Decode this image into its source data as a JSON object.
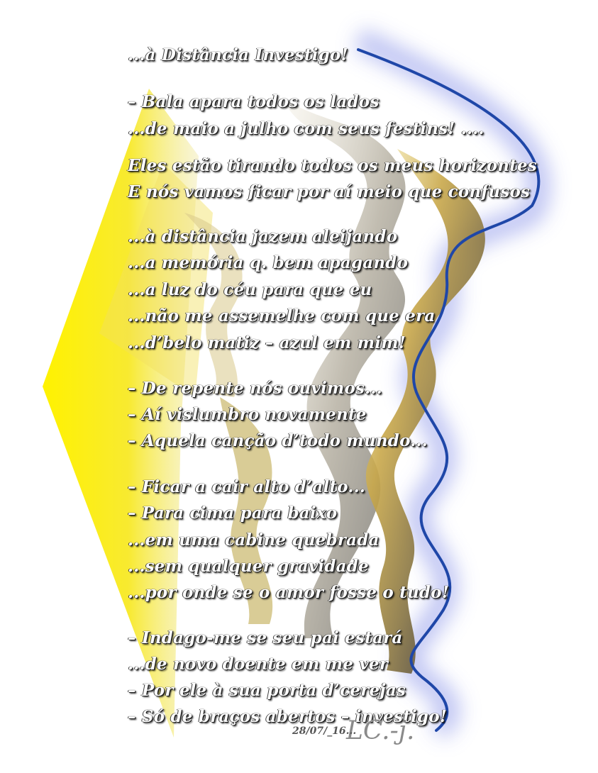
{
  "poem": {
    "lines": [
      "...à Distância Investigo!",
      "– Bala apara todos os lados",
      "...de maio a julho com seus festins! ....",
      "Eles estão tirando todos os meus horizontes",
      "E nós vamos ficar por aí meio que confusos",
      "...à distância jazem aleijando",
      "...a memória q. bem apagando",
      "...a luz do céu para que eu",
      "...não me assemelhe com que era",
      "...d’belo matiz – azul em mim!",
      "– De repente nós ouvimos...",
      "– Aí vislumbro novamente",
      "– Aquela canção d’todo mundo...",
      "– Ficar a cair alto d’alto...",
      "– Para cima para baixo",
      "...em uma cabine quebrada",
      "...sem qualquer gravidade",
      "...por onde se o amor fosse o tudo!",
      "– Indago-me se seu pai estará",
      "...de novo doente em me ver",
      "– Por ele à sua porta d’cerejas",
      "– Só de braços abertos – investigo!"
    ]
  },
  "signature": {
    "date": "28/07/_16...",
    "mark": "LC.-j."
  },
  "colors": {
    "kite_yellow": "#ffef00",
    "ribbon_dark": "#1e1a10",
    "wave_blue": "#1f47a8",
    "glow": "#c8ccf5"
  }
}
